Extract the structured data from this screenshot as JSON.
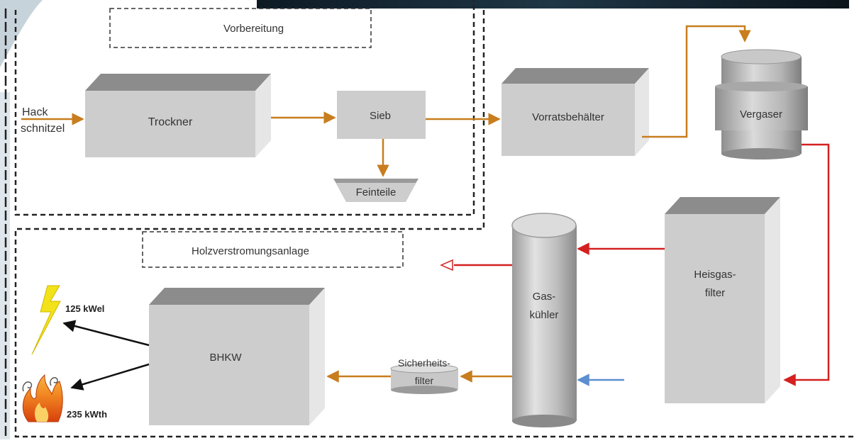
{
  "sections": {
    "preparation": "Vorbereitung",
    "power_plant": "Holzverstromungsanlage"
  },
  "components": {
    "input_line1": "Hack",
    "input_line2": "schnitzel",
    "dryer": "Trockner",
    "sieve": "Sieb",
    "fines": "Feinteile",
    "storage": "Vorratsbehälter",
    "gasifier": "Vergaser",
    "hot_gas_filter_line1": "Heisgas-",
    "hot_gas_filter_line2": "filter",
    "gas_cooler_line1": "Gas-",
    "gas_cooler_line2": "kühler",
    "safety_filter_line1": "Sicherheits-",
    "safety_filter_line2": "filter",
    "chp": "BHKW"
  },
  "outputs": {
    "electric": "125 kWel",
    "thermal": "235 kWth"
  },
  "colors": {
    "flow_solids": "#c87d1e",
    "flow_hot_gas": "#d42020",
    "flow_cooling": "#5b8fd0",
    "flow_electric_heat": "#111111",
    "box_front": "#cdcdcd",
    "box_top": "#8c8c8c",
    "box_side": "#e6e6e6"
  },
  "icons": [
    "lightning-bolt-icon",
    "flame-icon"
  ]
}
